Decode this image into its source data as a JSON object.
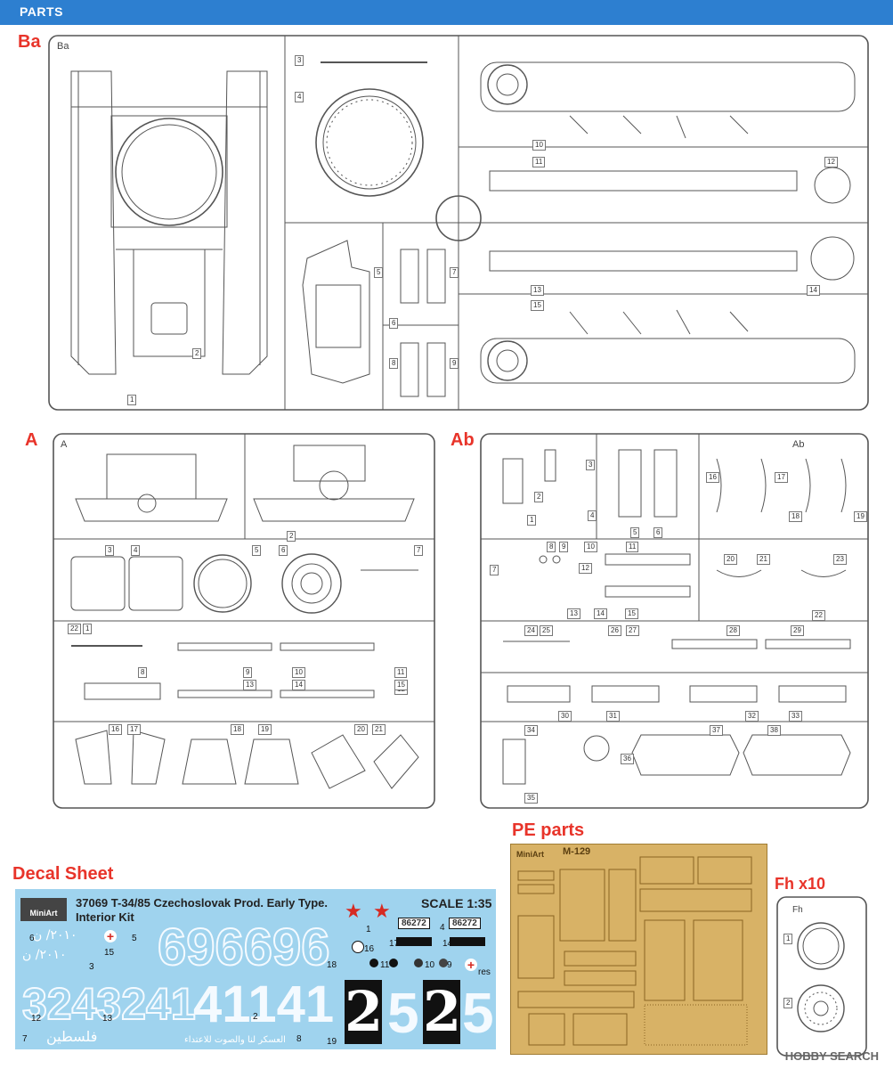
{
  "header": {
    "title": "PARTS"
  },
  "sections": {
    "ba": "Ba",
    "a": "A",
    "ab": "Ab",
    "decal": "Decal Sheet",
    "pe": "PE parts",
    "fh": "Fh x10"
  },
  "sprue_ba": {
    "tag": "Ba",
    "numbers": [
      "1",
      "2",
      "3",
      "4",
      "5",
      "6",
      "7",
      "8",
      "9",
      "10",
      "11",
      "12",
      "13",
      "14",
      "15"
    ]
  },
  "sprue_a": {
    "tag": "A",
    "numbers": [
      "1",
      "2",
      "3",
      "4",
      "5",
      "6",
      "7",
      "8",
      "9",
      "10",
      "11",
      "12",
      "13",
      "14",
      "15",
      "16",
      "17",
      "18",
      "19",
      "20",
      "21",
      "22"
    ]
  },
  "sprue_ab": {
    "tag": "Ab",
    "numbers": [
      "1",
      "2",
      "3",
      "4",
      "5",
      "6",
      "7",
      "8",
      "9",
      "10",
      "11",
      "12",
      "13",
      "14",
      "15",
      "16",
      "17",
      "18",
      "19",
      "20",
      "21",
      "22",
      "23",
      "24",
      "25",
      "26",
      "27",
      "28",
      "29",
      "30",
      "31",
      "32",
      "33",
      "34",
      "35",
      "36",
      "37",
      "38"
    ]
  },
  "sprue_fh": {
    "tag": "Fh",
    "numbers": [
      "1",
      "2"
    ]
  },
  "decal_sheet": {
    "brand": "MiniArt",
    "title_line1": "37069 T-34/85 Czechoslovak Prod. Early Type.",
    "title_line2": "Interior Kit",
    "scale": "SCALE 1:35",
    "plate_1": "86272",
    "plate_2": "86272",
    "big_top": "696696",
    "big_bottom_left": "3243241",
    "big_bottom_mid": "41141",
    "big_right_1": "2",
    "big_right_2": "5",
    "big_right_3": "2",
    "big_right_4": "5",
    "arabic_1": "٢٠١٠/ ن",
    "arabic_2": "فلسطين",
    "arabic_3": "العسكر لنا والصوت للاعتداء",
    "numbers": [
      "1",
      "2",
      "3",
      "4",
      "5",
      "6",
      "7",
      "8",
      "9",
      "10",
      "11",
      "12",
      "13",
      "14",
      "15",
      "16",
      "17",
      "18",
      "19"
    ],
    "res": "res"
  },
  "pe_sheet": {
    "brand": "MiniArt",
    "code": "M-129"
  },
  "watermark": "HOBBY SEARCH",
  "colors": {
    "header": "#2d7fd0",
    "label_red": "#e8342a",
    "decal_bg": "#9fd3ee",
    "pe_gold": "#d8b266"
  }
}
